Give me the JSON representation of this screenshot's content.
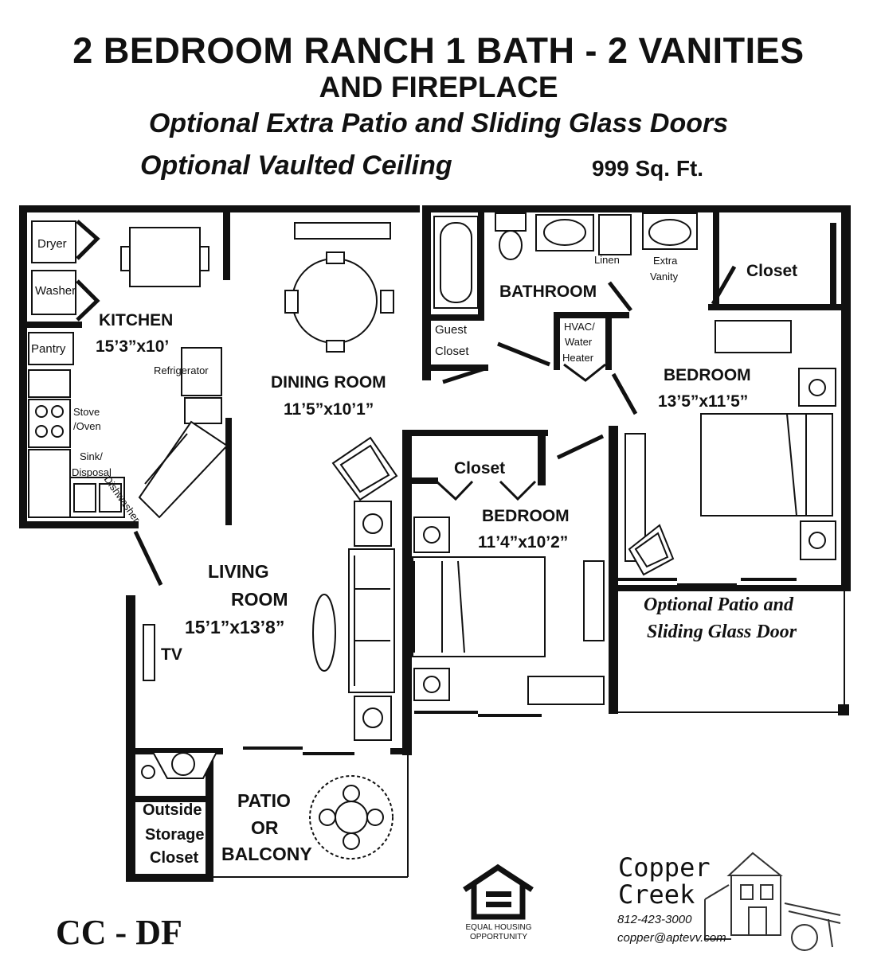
{
  "header": {
    "title_line1": "2 BEDROOM RANCH 1 BATH - 2 VANITIES",
    "title_line2": "AND FIREPLACE",
    "option_line1": "Optional Extra Patio and Sliding Glass Doors",
    "option_line2": "Optional Vaulted Ceiling",
    "square_feet": "999 Sq. Ft."
  },
  "rooms": {
    "dryer": "Dryer",
    "washer": "Washer",
    "kitchen_name": "KITCHEN",
    "kitchen_dims": "15’3”x10’",
    "pantry": "Pantry",
    "refrigerator": "Refrigerator",
    "stove_line1": "Stove",
    "stove_line2": "/Oven",
    "sink_line1": "Sink/",
    "sink_line2": "Disposal",
    "dishwasher": "Dishwasher",
    "dining_name": "DINING ROOM",
    "dining_dims": "11’5”x10’1”",
    "bathroom": "BATHROOM",
    "linen": "Linen",
    "extra_vanity_line1": "Extra",
    "extra_vanity_line2": "Vanity",
    "guest_closet_line1": "Guest",
    "guest_closet_line2": "Closet",
    "hvac_line1": "HVAC/",
    "hvac_line2": "Water",
    "hvac_line3": "Heater",
    "master_closet": "Closet",
    "master_bed_name": "BEDROOM",
    "master_bed_dims": "13’5”x11’5”",
    "second_closet": "Closet",
    "second_bed_name": "BEDROOM",
    "second_bed_dims": "11’4”x10’2”",
    "living_line1": "LIVING",
    "living_line2": "ROOM",
    "living_dims": "15’1”x13’8”",
    "tv": "TV",
    "optional_patio_line1": "Optional Patio and",
    "optional_patio_line2": "Sliding Glass Door",
    "storage_line1": "Outside",
    "storage_line2": "Storage",
    "storage_line3": "Closet",
    "patio_line1": "PATIO",
    "patio_line2": "OR",
    "patio_line3": "BALCONY"
  },
  "footer": {
    "plan_code": "CC - DF",
    "equal_housing": "EQUAL HOUSING OPPORTUNITY",
    "brand_line1": "Copper",
    "brand_line2": "Creek",
    "phone": "812-423-3000",
    "email": "copper@aptevv.com"
  }
}
